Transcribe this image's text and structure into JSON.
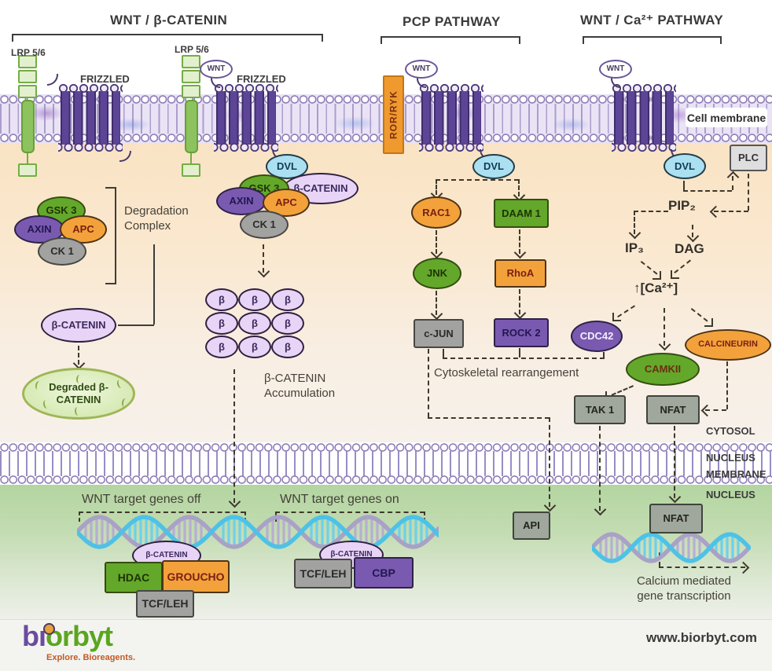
{
  "pathways": {
    "wnt_bcatenin": {
      "title": "WNT / β-CATENIN"
    },
    "pcp": {
      "title": "PCP PATHWAY"
    },
    "wnt_ca": {
      "title": "WNT / Ca²⁺ PATHWAY"
    }
  },
  "compartments": {
    "cell_membrane": "Cell membrane",
    "cytosol": "CYTOSOL",
    "nucleus_membrane": "NUCLEUS MEMBRANE",
    "nucleus": "NUCLEUS"
  },
  "receptors": {
    "lrp": "LRP 5/6",
    "frizzled": "FRIZZLED",
    "wnt": "WNT",
    "ror_ryk": "ROR/RYK",
    "plc": "PLC"
  },
  "bcat": {
    "dvl": "DVL",
    "gsk3": "GSK 3",
    "axin": "AXIN",
    "apc": "APC",
    "ck1": "CK 1",
    "beta_catenin": "β-CATENIN",
    "degradation_complex": "Degradation Complex",
    "degraded": "Degraded β-CATENIN",
    "beta": "β",
    "accumulation": "β-CATENIN Accumulation",
    "genes_off": "WNT target genes off",
    "genes_on": "WNT target genes on",
    "hdac": "HDAC",
    "groucho": "GROUCHO",
    "tcf_leh": "TCF/LEH",
    "cbp": "CBP"
  },
  "pcp": {
    "rac1": "RAC1",
    "daam1": "DAAM 1",
    "jnk": "JNK",
    "rhoa": "RhoA",
    "cjun": "c-JUN",
    "rock2": "ROCK 2",
    "cytoskeletal": "Cytoskeletal rearrangement",
    "api": "API"
  },
  "ca": {
    "pip2": "PIP₂",
    "ip3": "IP₃",
    "dag": "DAG",
    "ca_ion": "↑[Ca²⁺]",
    "cdc42": "CDC42",
    "calcineurin": "CALCINEURIN",
    "camkii": "CAMKII",
    "tak1": "TAK 1",
    "nfat": "NFAT",
    "transcription": "Calcium mediated gene transcription"
  },
  "footer": {
    "logo_bi": "bı",
    "logo_orbyt": "orbyt",
    "tagline": "Explore. Bioreagents.",
    "website": "www.biorbyt.com"
  },
  "colors": {
    "green": "#63a82a",
    "orange": "#f3a23b",
    "purple": "#7a5ab0",
    "gray": "#a2a2a0",
    "lavender": "#e8d4f6",
    "cyan": "#abe0f1",
    "membrane_outline": "#8b7ab8"
  }
}
